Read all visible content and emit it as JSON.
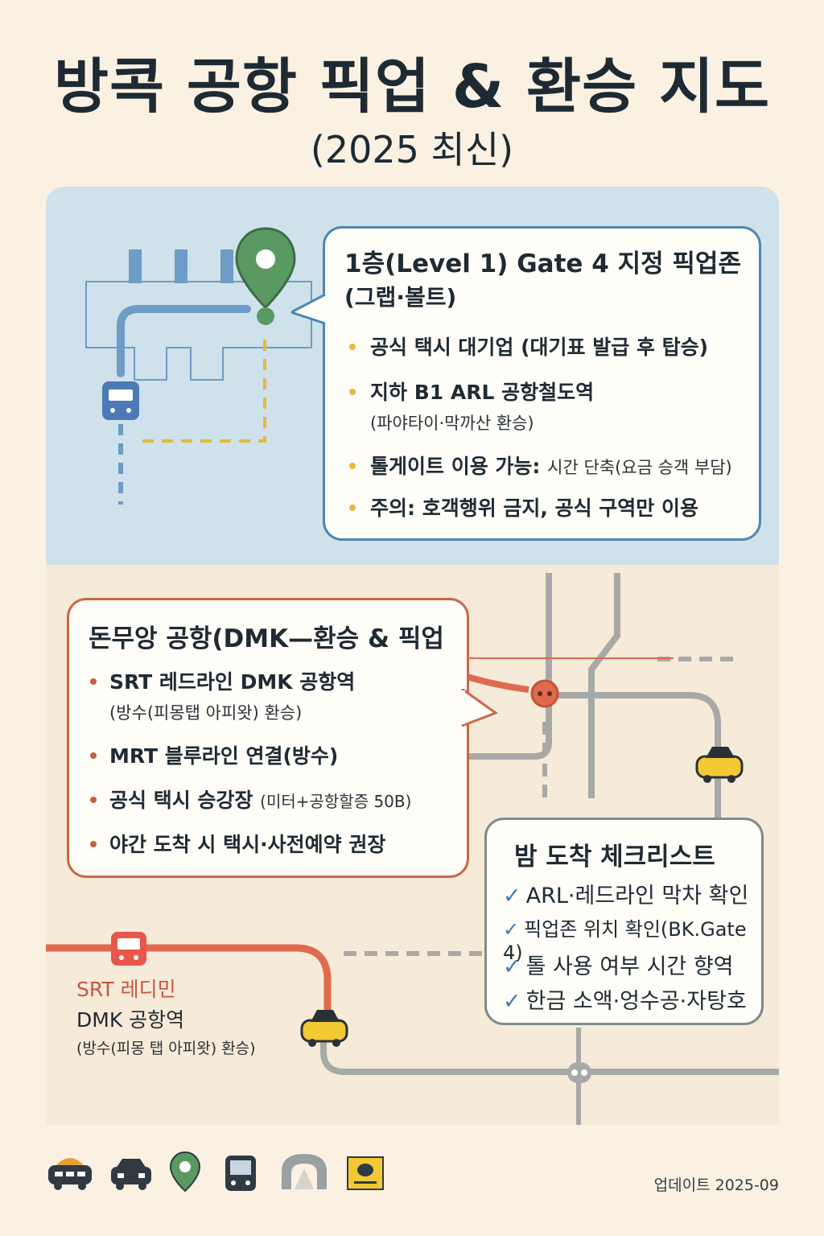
{
  "header": {
    "title": "방콕 공항 픽업 & 환승 지도",
    "subtitle": "(2025 최신)"
  },
  "suvarnabhumi": {
    "card_title_line1": "1층(Level 1) Gate 4 지정 픽업존",
    "card_title_line2": "(그랩·볼트)",
    "items": [
      {
        "text": "공식 택시 대기업 (대기표 발급 후 탑승)",
        "sub": ""
      },
      {
        "text": "지하 B1 ARL 공항철도역",
        "sub": "(파야타이·막까산 환승)"
      },
      {
        "text": "톨게이트 이용 가능:",
        "sub": "시간 단축(요금 승객 부담)"
      },
      {
        "text": "주의: 호객행위 금지, 공식 구역만 이용",
        "sub": ""
      }
    ],
    "bullet_color": "#e8b93a"
  },
  "dmk": {
    "card_title": "돈무앙 공항(DMK—환승 & 픽업",
    "items": [
      {
        "text": "SRT 레드라인 DMK 공항역",
        "sub": "(방수(피몽탭 아피왓) 환승)"
      },
      {
        "text": "MRT 블루라인 연결(방수)",
        "sub": ""
      },
      {
        "text": "공식 택시 승강장",
        "sub": "(미터+공항할증 50B)"
      },
      {
        "text": "야간 도착 시 택시·사전예약 권장",
        "sub": ""
      }
    ],
    "bullet_color": "#c9603f",
    "map_label_line1": "SRT 레디민",
    "map_label_line2": "DMK 공항역",
    "map_label_line3": "(방수(피몽 탭 아피왓) 환승)"
  },
  "checklist": {
    "title": "밤 도착 체크리스트",
    "items": [
      "ARL·레드라인 막차 확인",
      "픽업존 위치 확인(BK.Gate 4)",
      "톨 사용 여부 시간 향역",
      "한금 소액·엉수공·자탕호"
    ]
  },
  "legend": {
    "icons": [
      "taxi-icon",
      "car-icon",
      "map-pin-icon",
      "bus-icon",
      "tunnel-icon",
      "ticket-icon"
    ]
  },
  "footer": {
    "update_text": "업데이트 2025-09"
  },
  "colors": {
    "map_blue": "#6d9cc6",
    "pin_green": "#5a9a62",
    "route_yellow": "#e5b93b",
    "red_line": "#e06a4f",
    "gray_line": "#a7a9a8",
    "taxi_yellow": "#f2c833"
  }
}
